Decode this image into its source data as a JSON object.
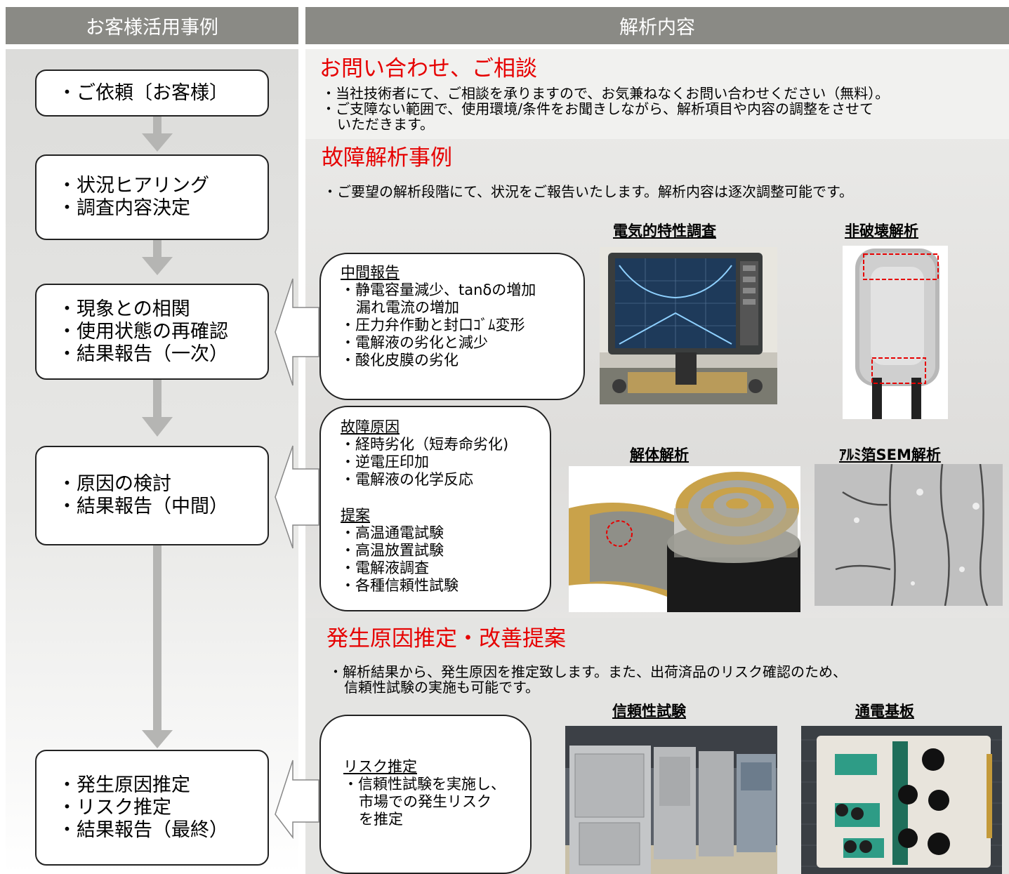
{
  "headers": {
    "left": "お客様活用事例",
    "right": "解析内容"
  },
  "steps": [
    {
      "lines": [
        "・ご依頼〔お客様〕"
      ]
    },
    {
      "lines": [
        "・状況ヒアリング",
        "・調査内容決定"
      ]
    },
    {
      "lines": [
        "・現象との相関",
        "・使用状態の再確認",
        "・結果報告（一次）"
      ]
    },
    {
      "lines": [
        "・原因の検討",
        "・結果報告（中間）"
      ]
    },
    {
      "lines": [
        "・発生原因推定",
        "・リスク推定",
        "・結果報告（最終）"
      ]
    }
  ],
  "sections": {
    "inquiry": {
      "title": "お問い合わせ、ご相談",
      "lines": [
        "・当社技術者にて、ご相談を承りますので、お気兼ねなくお問い合わせください（無料）。",
        "・ご支障ない範囲で、使用環境/条件をお聞きしながら、解析項目や内容の調整をさせて",
        "いただきます。"
      ]
    },
    "failure": {
      "title": "故障解析事例",
      "lines": [
        "・ご要望の解析段階にて、状況をご報告いたします。解析内容は逐次調整可能です。"
      ]
    },
    "cause": {
      "title": "発生原因推定・改善提案",
      "lines": [
        "・解析結果から、発生原因を推定致します。また、出荷済品のリスク確認のため、",
        "信頼性試験の実施も可能です。"
      ]
    }
  },
  "callouts": {
    "interim": {
      "title": "中間報告",
      "items": [
        "・静電容量減少、tanδの増加",
        "漏れ電流の増加",
        "・圧力弁作動と封口ｺﾞﾑ変形",
        "・電解液の劣化と減少",
        "・酸化皮膜の劣化"
      ]
    },
    "cause": {
      "title": "故障原因",
      "items": [
        "・経時劣化（短寿命劣化)",
        "・逆電圧印加",
        "・電解液の化学反応"
      ],
      "title2": "提案",
      "items2": [
        "・高温通電試験",
        "・高温放置試験",
        "・電解液調査",
        "・各種信頼性試験"
      ]
    },
    "risk": {
      "title": "リスク推定",
      "items": [
        "・信頼性試験を実施し、",
        "市場での発生リスク",
        "を推定"
      ]
    }
  },
  "photos": {
    "electrical": "電気的特性調査",
    "nondestructive": "非破壊解析",
    "disassembly": "解体解析",
    "sem": "ｱﾙﾐ箔SEM解析",
    "reliability": "信頼性試験",
    "board": "通電基板"
  },
  "colors": {
    "header_bg": "#8a8a85",
    "accent_red": "#e60000",
    "arrow_gray": "#b5b5b3"
  }
}
